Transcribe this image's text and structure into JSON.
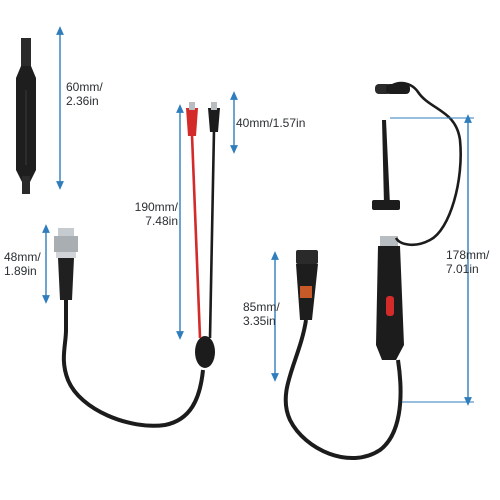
{
  "colors": {
    "dimension_arrow": "#2f7dbd",
    "cable_black": "#1c1c1c",
    "lead_red": "#d32a2a",
    "connector_metal": "#b8bdc2",
    "text": "#2a2f33"
  },
  "dimensions": {
    "grabber_tip": {
      "mm": "60mm/",
      "in": "2.36in"
    },
    "alligator_clips": {
      "mm": "40mm/1.57in"
    },
    "clip_leads": {
      "mm": "190mm/",
      "in": "7.48in"
    },
    "bnc_connector": {
      "mm": "48mm/",
      "in": "1.89in"
    },
    "probe_connector": {
      "mm": "85mm/",
      "in": "3.35in"
    },
    "probe_body": {
      "mm": "178mm/",
      "in": "7.01in"
    }
  }
}
